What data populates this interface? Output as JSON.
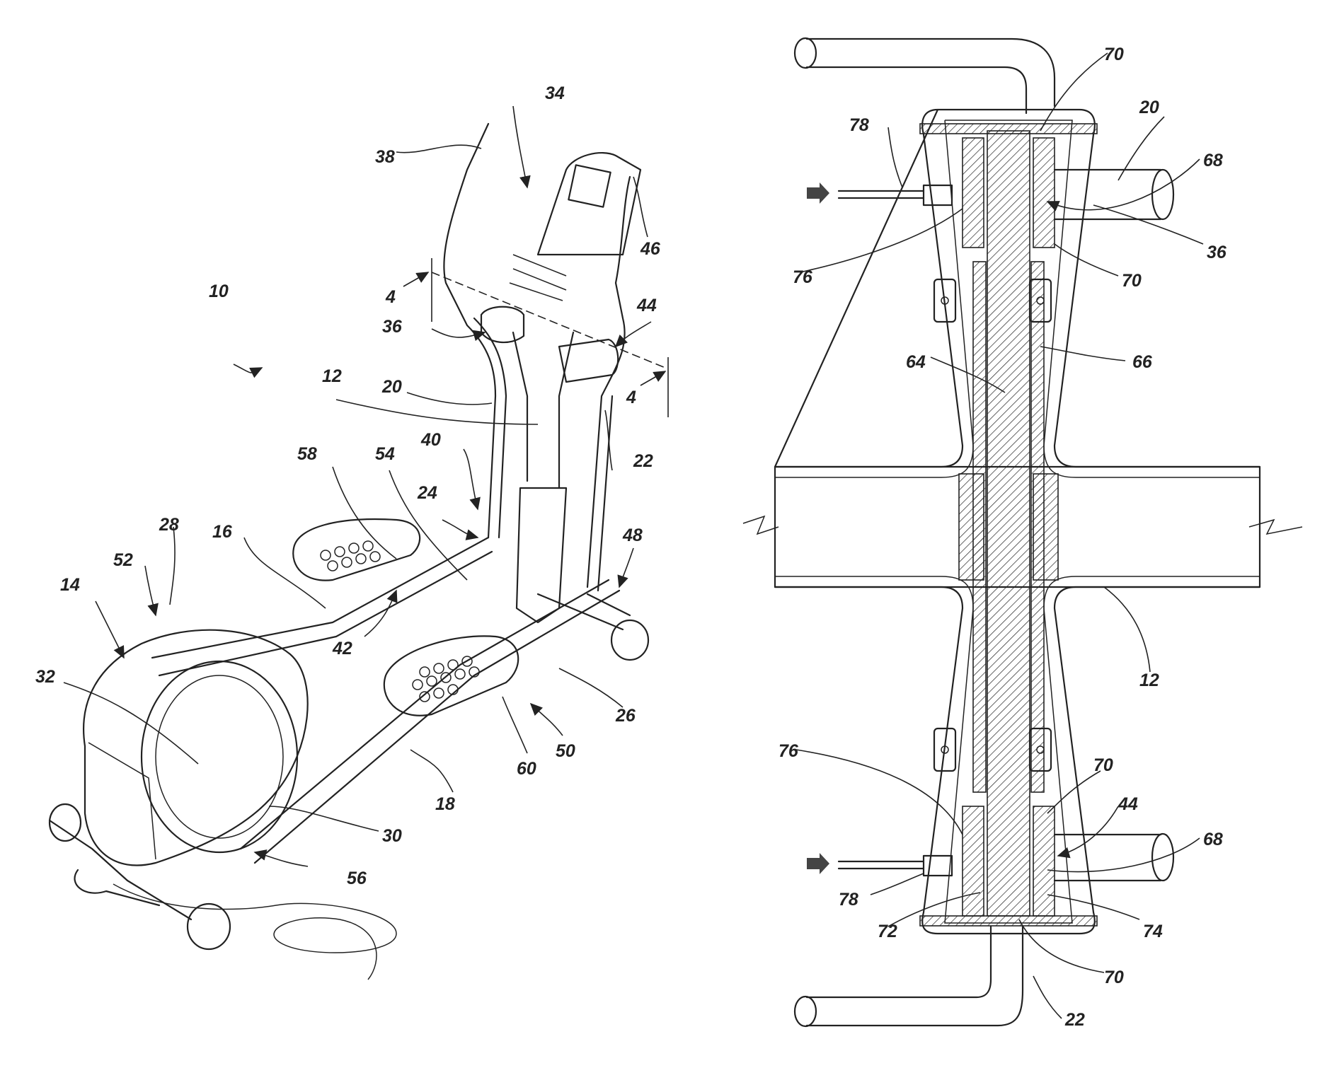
{
  "figure_left": {
    "labels": {
      "l10": "10",
      "l12": "12",
      "l14": "14",
      "l16": "16",
      "l18": "18",
      "l20": "20",
      "l22": "22",
      "l24": "24",
      "l26": "26",
      "l28": "28",
      "l30": "30",
      "l32": "32",
      "l34": "34",
      "l36": "36",
      "l38": "38",
      "l40": "40",
      "l42": "42",
      "l44": "44",
      "l46": "46",
      "l48": "48",
      "l50": "50",
      "l52": "52",
      "l54": "54",
      "l56": "56",
      "l58": "58",
      "l60": "60",
      "sec4a": "4",
      "sec4b": "4"
    }
  },
  "figure_right": {
    "labels": {
      "r70a": "70",
      "r20": "20",
      "r78a": "78",
      "r68a": "68",
      "r36": "36",
      "r76a": "76",
      "r70b": "70",
      "r64": "64",
      "r66": "66",
      "r12": "12",
      "r76b": "76",
      "r70c": "70",
      "r44": "44",
      "r68b": "68",
      "r78b": "78",
      "r72": "72",
      "r74": "74",
      "r70d": "70",
      "r22": "22"
    }
  }
}
